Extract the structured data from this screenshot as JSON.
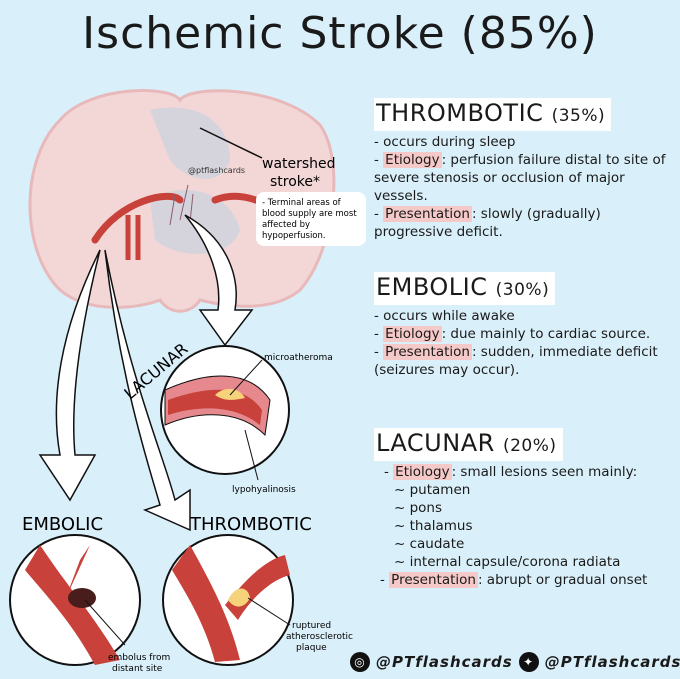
{
  "title": "Ischemic Stroke (85%)",
  "illustration": {
    "watermark": "@ptflashcards",
    "watershed_label": "watershed",
    "watershed_label2": "stroke*",
    "watershed_note": [
      "- Terminal areas of",
      "blood supply are most",
      "affected by",
      "hypoperfusion."
    ],
    "lacunar_label": "LACUNAR",
    "microatheroma": "microatheroma",
    "lypohyalinosis": "lypohyalinosis",
    "embolic_label": "EMBOLIC",
    "thrombotic_label": "THROMBOTIC",
    "embolus": [
      "embolus from",
      "distant site"
    ],
    "plaque": [
      "ruptured",
      "atherosclerotic",
      "plaque"
    ]
  },
  "sections": {
    "thrombotic": {
      "heading": "THROMBOTIC",
      "pct": "(35%)",
      "l1": "- occurs during sleep",
      "etiology_label": "Etiology",
      "etiology": ": perfusion failure distal to site of severe stenosis or occlusion of major vessels.",
      "presentation_label": "Presentation",
      "presentation": ": slowly (gradually) progressive deficit."
    },
    "embolic": {
      "heading": "EMBOLIC",
      "pct": "(30%)",
      "l1": "- occurs while awake",
      "etiology_label": "Etiology",
      "etiology": ": due mainly to cardiac source.",
      "presentation_label": "Presentation",
      "presentation": ": sudden, immediate deficit (seizures may occur)."
    },
    "lacunar": {
      "heading": "LACUNAR",
      "pct": "(20%)",
      "etiology_label": "Etiology",
      "etiology": ": small lesions seen mainly:",
      "sites": [
        "~ putamen",
        "~ pons",
        "~ thalamus",
        "~ caudate",
        "~ internal capsule/corona radiata"
      ],
      "presentation_label": "Presentation",
      "presentation": ": abrupt or gradual onset"
    }
  },
  "footer": {
    "instagram": "@PTflashcards",
    "twitter": "@PTflashcards",
    "instagram_icon": "instagram-icon",
    "twitter_icon": "twitter-icon"
  },
  "colors": {
    "background": "#d9eff9",
    "highlight": "#f6c9c9",
    "artery": "#c8413a"
  }
}
